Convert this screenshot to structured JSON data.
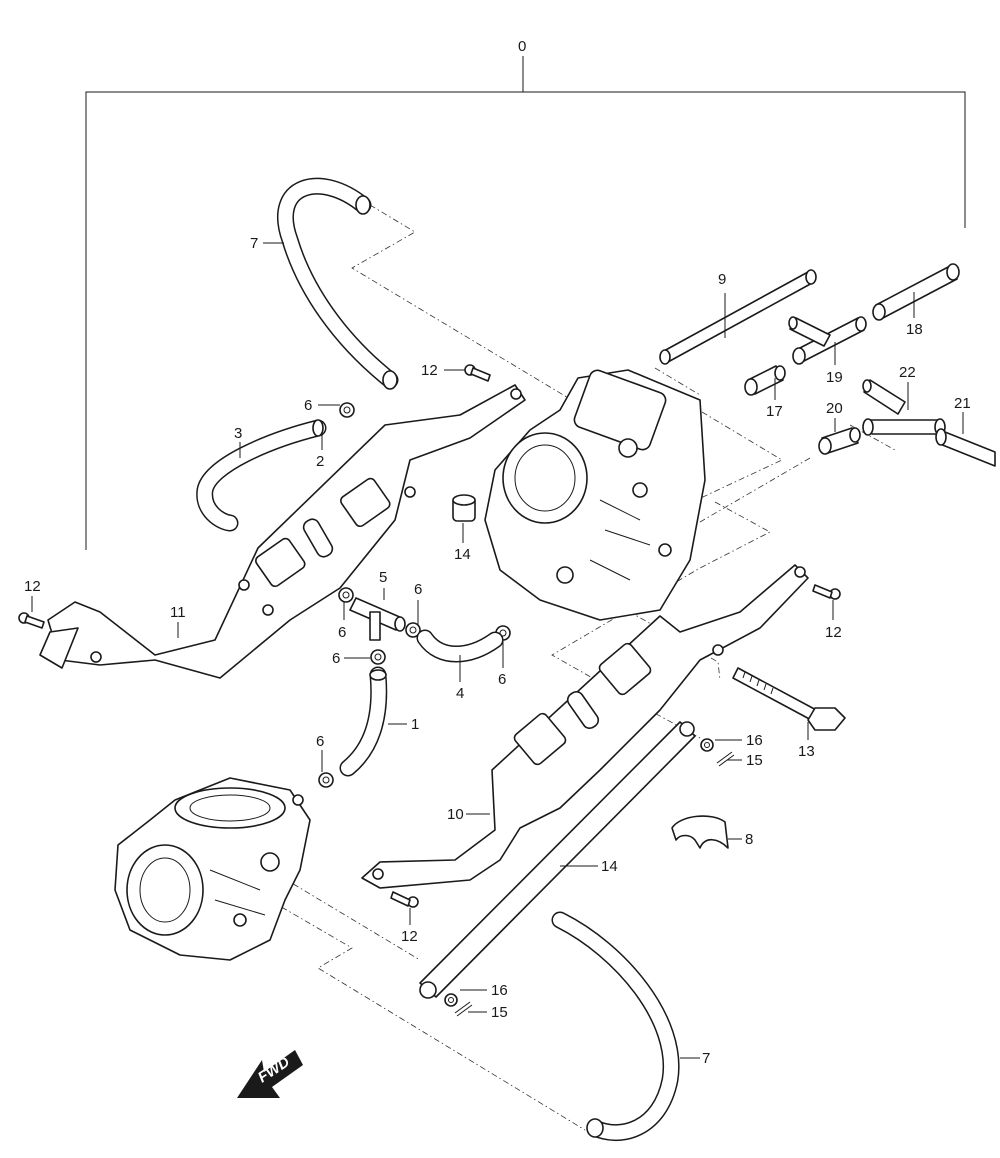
{
  "diagram": {
    "assembly_label": "0",
    "fwd_label": "FWD",
    "callouts": [
      {
        "id": "c0",
        "text": "0"
      },
      {
        "id": "c7a",
        "text": "7"
      },
      {
        "id": "c9",
        "text": "9"
      },
      {
        "id": "c18",
        "text": "18"
      },
      {
        "id": "c19",
        "text": "19"
      },
      {
        "id": "c17",
        "text": "17"
      },
      {
        "id": "c22",
        "text": "22"
      },
      {
        "id": "c20",
        "text": "20"
      },
      {
        "id": "c21",
        "text": "21"
      },
      {
        "id": "c12a",
        "text": "12"
      },
      {
        "id": "c6a",
        "text": "6"
      },
      {
        "id": "c3",
        "text": "3"
      },
      {
        "id": "c2",
        "text": "2"
      },
      {
        "id": "c14a",
        "text": "14"
      },
      {
        "id": "c12b",
        "text": "12"
      },
      {
        "id": "c11",
        "text": "11"
      },
      {
        "id": "c5",
        "text": "5"
      },
      {
        "id": "c6b",
        "text": "6"
      },
      {
        "id": "c6c",
        "text": "6"
      },
      {
        "id": "c6d",
        "text": "6"
      },
      {
        "id": "c6e",
        "text": "6"
      },
      {
        "id": "c4",
        "text": "4"
      },
      {
        "id": "c12c",
        "text": "12"
      },
      {
        "id": "c1",
        "text": "1"
      },
      {
        "id": "c6f",
        "text": "6"
      },
      {
        "id": "c13",
        "text": "13"
      },
      {
        "id": "c16a",
        "text": "16"
      },
      {
        "id": "c15a",
        "text": "15"
      },
      {
        "id": "c10",
        "text": "10"
      },
      {
        "id": "c8",
        "text": "8"
      },
      {
        "id": "c14b",
        "text": "14"
      },
      {
        "id": "c12d",
        "text": "12"
      },
      {
        "id": "c16b",
        "text": "16"
      },
      {
        "id": "c15b",
        "text": "15"
      },
      {
        "id": "c7b",
        "text": "7"
      }
    ]
  }
}
